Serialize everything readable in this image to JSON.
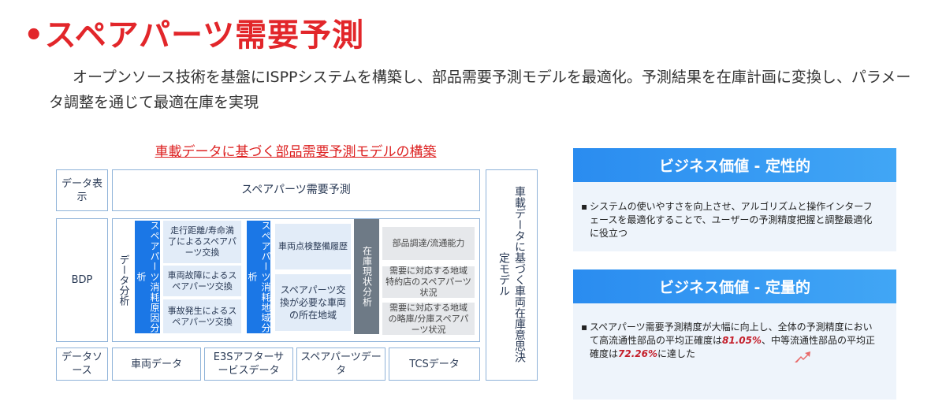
{
  "page": {
    "title": "•スペアパーツ需要予測",
    "intro": "オープンソース技術を基盤にISPPシステムを構築し、部品需要予測モデルを最適化。予測結果を在庫計画に変換し、パラメータ調整を通じて最適在庫を実現"
  },
  "diagram": {
    "title": "車載データに基づく部品需要予測モデルの構築",
    "rows": {
      "display": "データ表示",
      "bdp": "BDP",
      "source": "データソース"
    },
    "top_box": "スペアパーツ需要予測",
    "data_analysis": "データ分析",
    "right_box": "車載データに基づく車両在庫意思決定モデル",
    "cause": {
      "label": "スペアパーツ消耗原因分析",
      "items": [
        "走行距離/寿命満了によるスペアパーツ交換",
        "車両故障によるスペアパーツ交換",
        "事故発生によるスペアパーツ交換"
      ]
    },
    "region": {
      "label": "スペアパーツ消耗地域分析",
      "items": [
        "車両点検整備履歴",
        "スペアパーツ交換が必要な車両の所在地域"
      ]
    },
    "inventory": {
      "label": "在庫現状分析",
      "items": [
        "部品調達/流通能力",
        "需要に対応する地域特約店のスペアパーツ状況",
        "需要に対応する地域の略庫/分庫スペアパーツ状況"
      ]
    },
    "sources": [
      "車両データ",
      "E3Sアフターサービスデータ",
      "スペアパーツデータ",
      "TCSデータ"
    ]
  },
  "panels": {
    "qualitative": {
      "header": "ビジネス価値 - 定性的",
      "body": "システムの使いやすさを向上させ、アルゴリズムと操作インターフェースを最適化することで、ユーザーの予測精度把握と調整最適化に役立つ"
    },
    "quantitative": {
      "header": "ビジネス価値 - 定量的",
      "body_1": "スペアパーツ需要予測精度が大幅に向上し、全体の予測精度において高流通性部品の平均正確度は",
      "value_1": "81.05%",
      "body_2": "、中等流通性部品の平均正確度は",
      "value_2": "72.26%",
      "body_3": "に達した",
      "bullet": "▪"
    }
  },
  "colors": {
    "title_red": "#e2262a",
    "accent_blue": "#1b77e6",
    "header_blue": "#2a8cf0",
    "highlight_red": "#c41e2a"
  }
}
